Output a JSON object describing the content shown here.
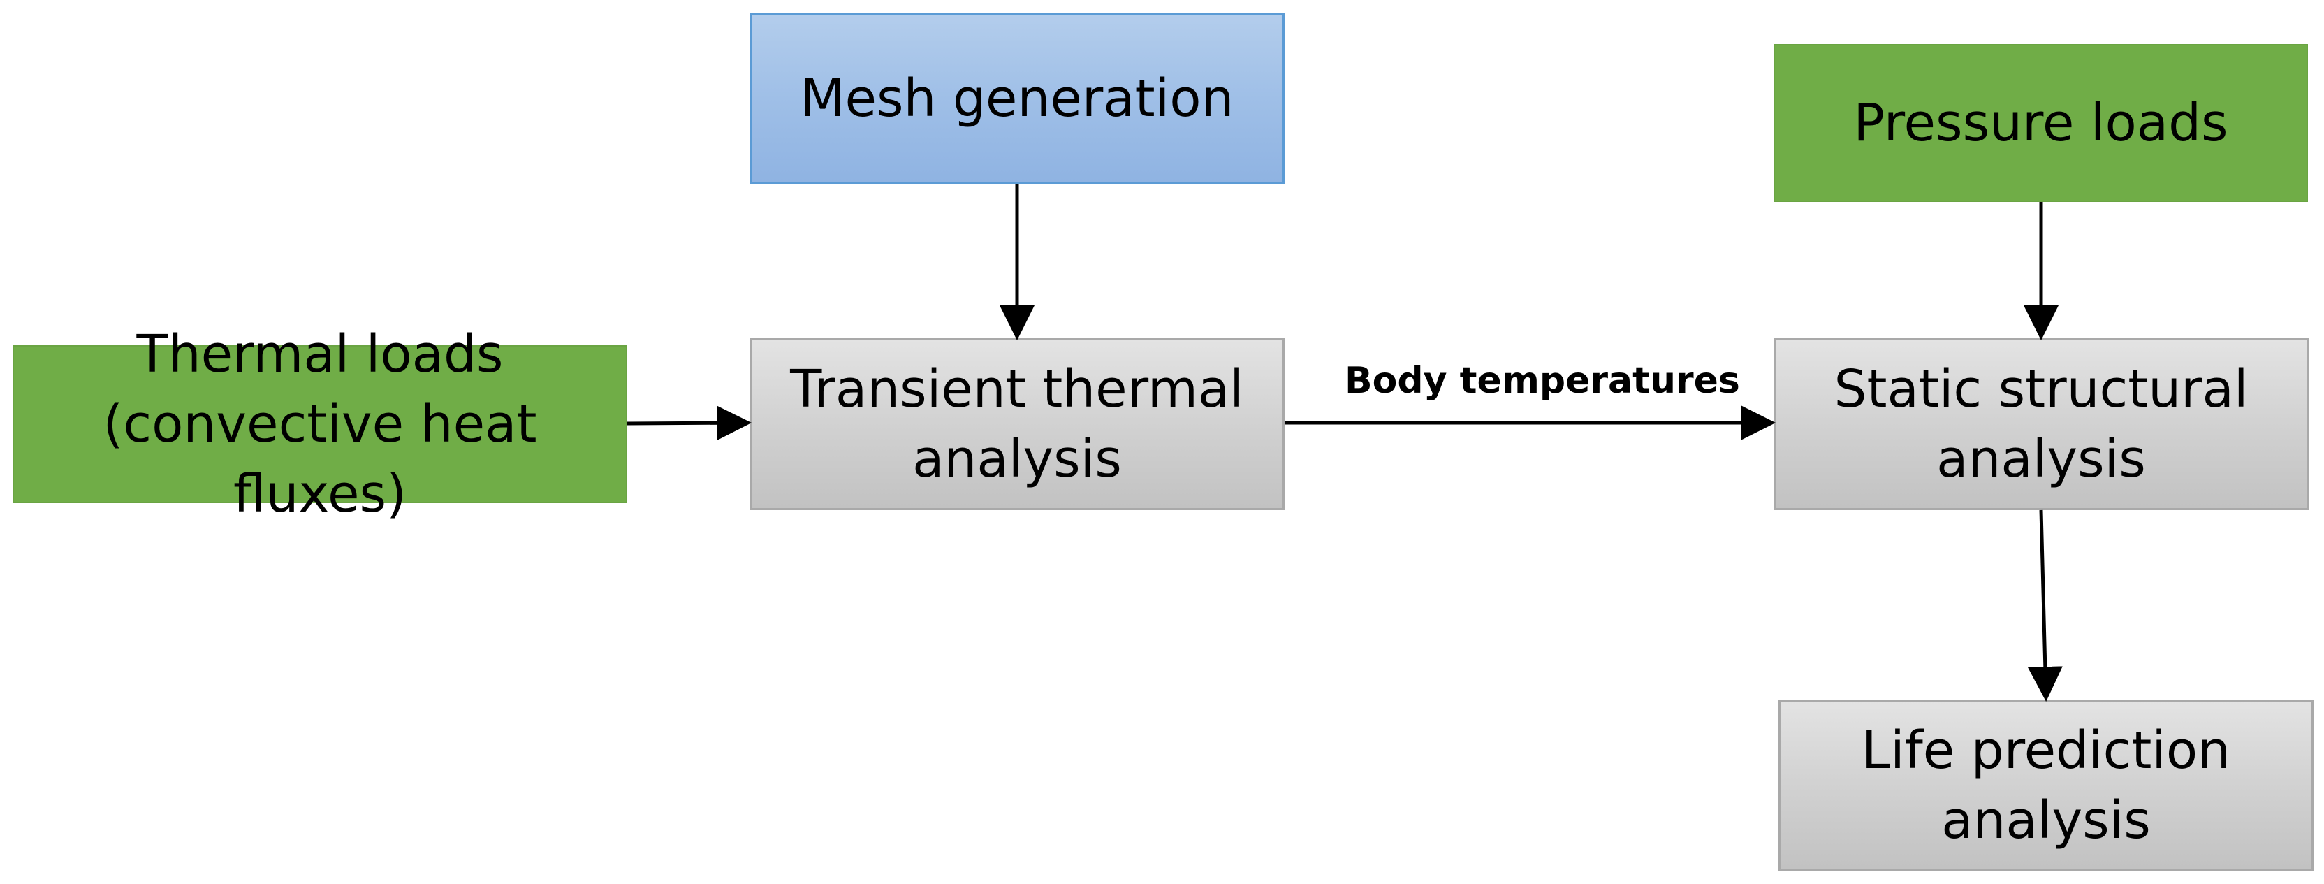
{
  "diagram": {
    "nodes": {
      "mesh_generation": {
        "label": "Mesh generation"
      },
      "pressure_loads": {
        "label": "Pressure loads"
      },
      "thermal_loads": {
        "label": "Thermal loads\n(convective heat fluxes)"
      },
      "transient_thermal": {
        "label": "Transient thermal\nanalysis"
      },
      "static_structural": {
        "label": "Static structural\nanalysis"
      },
      "life_prediction": {
        "label": "Life prediction\nanalysis"
      }
    },
    "edges": {
      "thermal_to_structural": {
        "label": "Body temperatures"
      }
    },
    "colors": {
      "process_box": "#d3d3d3",
      "load_box": "#70ad47",
      "mesh_box": "#9fbfe7",
      "arrow": "#000000"
    }
  }
}
